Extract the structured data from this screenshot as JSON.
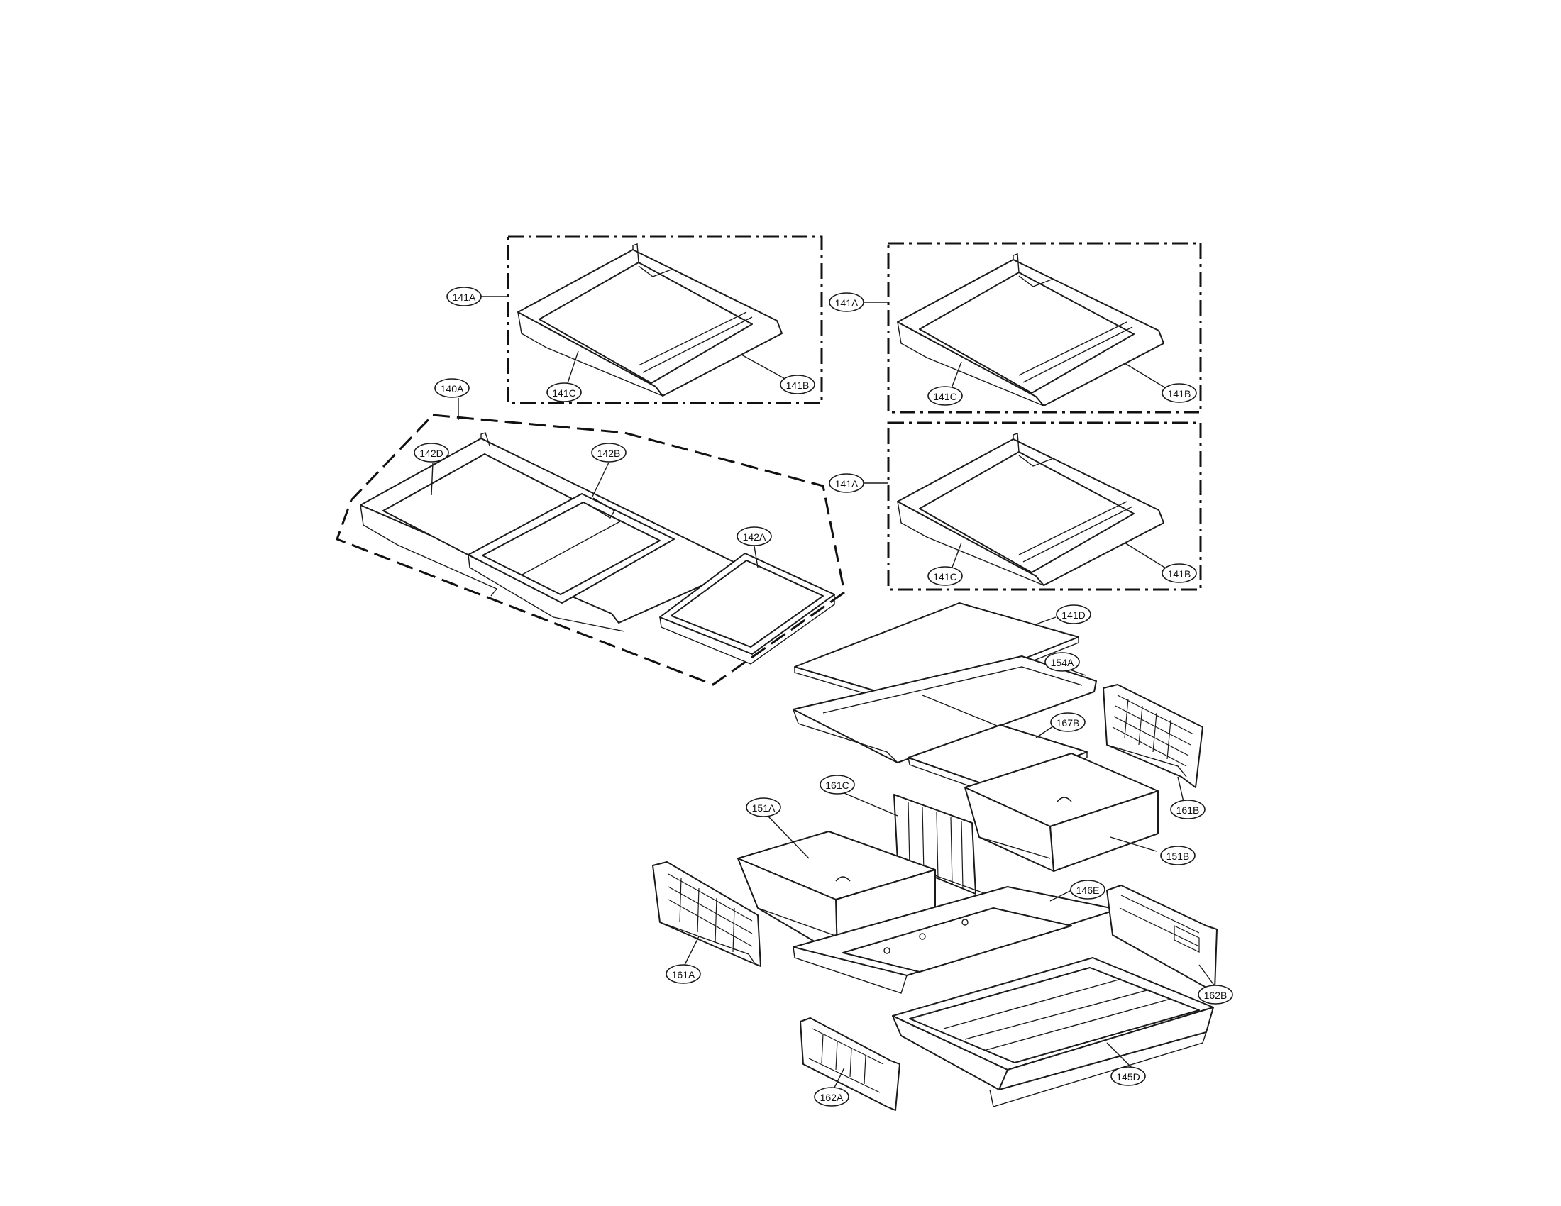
{
  "callouts": {
    "c140A": "140A",
    "c141A_1": "141A",
    "c141C_1": "141C",
    "c141B_1": "141B",
    "c141A_2": "141A",
    "c141C_2": "141C",
    "c141B_2": "141B",
    "c141A_3": "141A",
    "c141C_3": "141C",
    "c141B_3": "141B",
    "c142D": "142D",
    "c142B": "142B",
    "c142A": "142A",
    "c141D": "141D",
    "c154A": "154A",
    "c167B": "167B",
    "c161C": "161C",
    "c151A": "151A",
    "c161B": "161B",
    "c151B": "151B",
    "c146E": "146E",
    "c161A": "161A",
    "c162B": "162B",
    "c145D": "145D",
    "c162A": "162A"
  }
}
